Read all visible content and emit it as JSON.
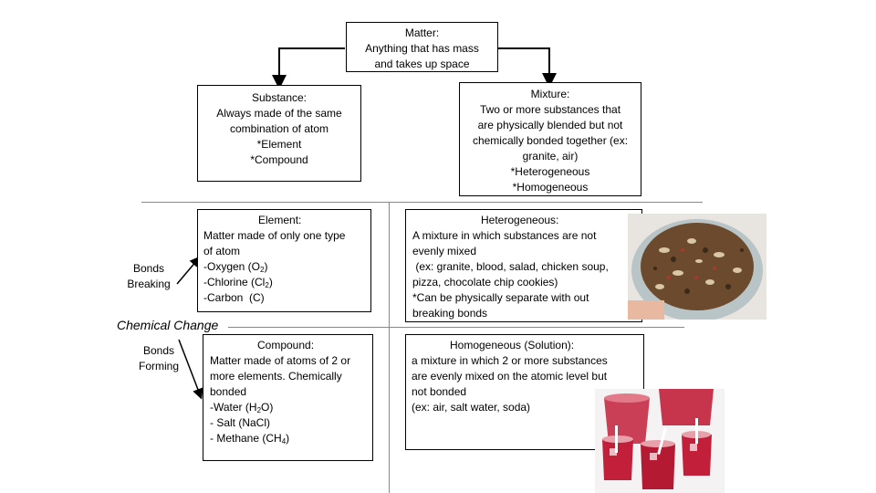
{
  "matter": {
    "title": "Matter:",
    "lines": [
      "Anything that has mass",
      "and takes up space"
    ]
  },
  "substance": {
    "title": "Substance:",
    "lines": [
      "Always made of the same",
      "combination of atom",
      "*Element",
      "*Compound"
    ]
  },
  "mixture": {
    "title": "Mixture:",
    "lines": [
      "Two or more substances that",
      "are physically blended but not",
      "chemically bonded together (ex:",
      "granite, air)",
      "*Heterogeneous",
      "*Homogeneous"
    ]
  },
  "element": {
    "title": "Element:",
    "lines": [
      "Matter made of only one type",
      "of atom"
    ],
    "oxygen": {
      "pre": "-Oxygen (O",
      "sub": "2",
      "post": ")"
    },
    "chlorine": {
      "pre": "-Chlorine (Cl",
      "sub": "2",
      "post": ")"
    },
    "carbon": "-Carbon  (C)"
  },
  "heterogeneous": {
    "title": "Heterogeneous:",
    "lines": [
      "A mixture in which substances are not",
      "evenly mixed",
      " (ex: granite, blood, salad, chicken soup,",
      "pizza, chocolate chip cookies)",
      "*Can be physically separate with out",
      "breaking bonds"
    ]
  },
  "compound": {
    "title": "Compound:",
    "lines": [
      "Matter made of atoms of 2 or",
      "more elements. Chemically",
      "bonded"
    ],
    "water": {
      "pre": "-Water (H",
      "sub": "2",
      "post": "O)"
    },
    "salt": "- Salt (NaCl)",
    "methane": {
      "pre": "- Methane (CH",
      "sub": "4",
      "post": ")"
    }
  },
  "homogeneous": {
    "title": "Homogeneous (Solution):",
    "lines": [
      "a mixture in which 2 or more substances",
      "are evenly mixed on the atomic level but",
      "not bonded",
      "(ex: air, salt water, soda)"
    ]
  },
  "side_labels": {
    "breaking": [
      "Bonds",
      "Breaking"
    ],
    "forming": [
      "Bonds",
      "Forming"
    ]
  },
  "chemical_change": "Chemical Change",
  "colors": {
    "line": "#888888",
    "punch": "#c2203a",
    "trail_mix": "#6b4a2e"
  }
}
